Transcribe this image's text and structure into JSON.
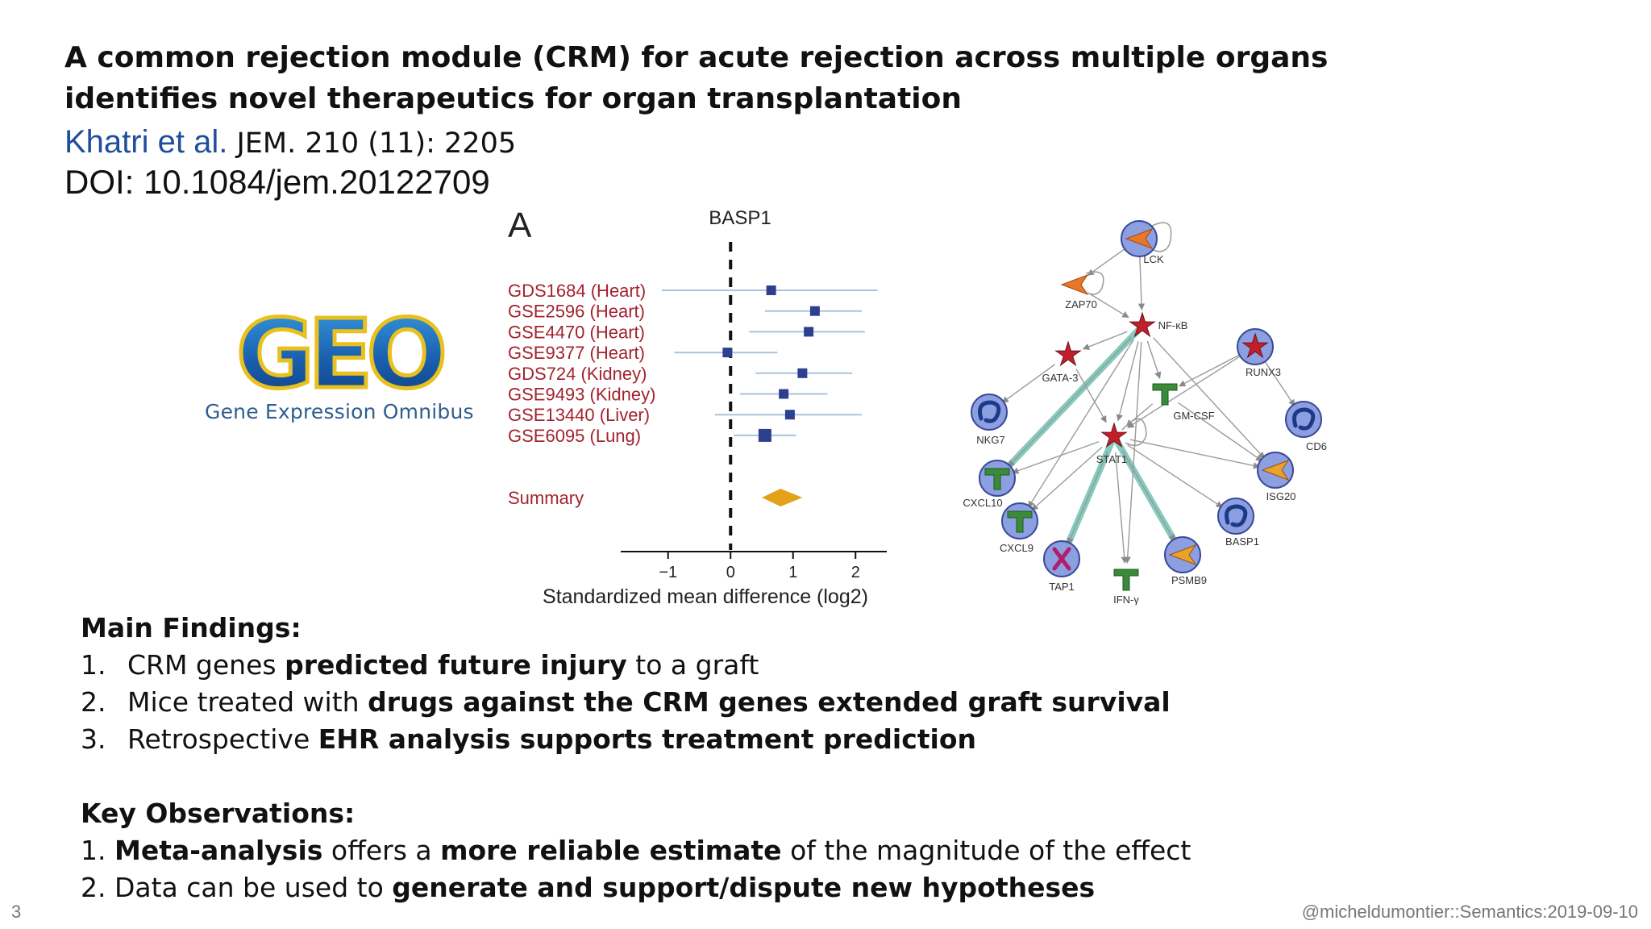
{
  "slide": {
    "title": "A common rejection module (CRM) for acute rejection across multiple organs identifies novel therapeutics for organ transplantation",
    "citation": {
      "authors": "Khatri et al.",
      "journal": " JEM. 210 (11): 2205"
    },
    "doi": "DOI: 10.1084/jem.20122709",
    "page_number": "3",
    "footer": "@micheldumontier::Semantics:2019-09-10"
  },
  "geo": {
    "logo_text": "GEO",
    "subtitle": "Gene Expression Omnibus"
  },
  "chart_data": {
    "type": "forest",
    "panel_label": "A",
    "title": "BASP1",
    "xlabel": "Standardized mean difference (log2)",
    "xlim": [
      -1.5,
      2.5
    ],
    "xticks": [
      "−1",
      "0",
      "1",
      "2"
    ],
    "studies": [
      {
        "label": "GDS1684 (Heart)",
        "estimate": 0.65,
        "ci": [
          -1.1,
          2.35
        ]
      },
      {
        "label": "GSE2596 (Heart)",
        "estimate": 1.35,
        "ci": [
          0.55,
          2.1
        ]
      },
      {
        "label": "GSE4470 (Heart)",
        "estimate": 1.25,
        "ci": [
          0.3,
          2.15
        ]
      },
      {
        "label": "GSE9377 (Heart)",
        "estimate": -0.05,
        "ci": [
          -0.9,
          0.75
        ]
      },
      {
        "label": "GDS724 (Kidney)",
        "estimate": 1.15,
        "ci": [
          0.4,
          1.95
        ]
      },
      {
        "label": "GSE9493 (Kidney)",
        "estimate": 0.85,
        "ci": [
          0.15,
          1.55
        ]
      },
      {
        "label": "GSE13440 (Liver)",
        "estimate": 0.95,
        "ci": [
          -0.25,
          2.1
        ]
      },
      {
        "label": "GSE6095 (Lung)",
        "estimate": 0.55,
        "ci": [
          0.05,
          1.05
        ]
      }
    ],
    "summary": {
      "label": "Summary",
      "estimate": 0.8,
      "ci": [
        0.5,
        1.15
      ]
    },
    "colors": {
      "label": "#a3232e",
      "marker": "#2e3f8f",
      "ci_line": "#a9c3de",
      "summary": "#e3a21a"
    }
  },
  "network": {
    "nodes": [
      {
        "id": "LCK",
        "label": "LCK",
        "shape": "circle-arrow",
        "color": "#e8772a"
      },
      {
        "id": "ZAP70",
        "label": "ZAP70",
        "shape": "arrow",
        "color": "#e8772a"
      },
      {
        "id": "NFKB",
        "label": "NF-κB",
        "shape": "star",
        "color": "#c0202a"
      },
      {
        "id": "GATA3",
        "label": "GATA-3",
        "shape": "star",
        "color": "#c0202a"
      },
      {
        "id": "RUNX3",
        "label": "RUNX3",
        "shape": "circle-star",
        "color": "#c0202a"
      },
      {
        "id": "GMCSF",
        "label": "GM-CSF",
        "shape": "tee",
        "color": "#3a8a3a"
      },
      {
        "id": "NKG7",
        "label": "NKG7",
        "shape": "circle-swirl",
        "color": "#3f5fb0"
      },
      {
        "id": "CD6",
        "label": "CD6",
        "shape": "circle-swirl",
        "color": "#3f5fb0"
      },
      {
        "id": "STAT1",
        "label": "STAT1",
        "shape": "star",
        "color": "#c0202a"
      },
      {
        "id": "CXCL10",
        "label": "CXCL10",
        "shape": "circle-tee",
        "color": "#3a8a3a"
      },
      {
        "id": "ISG20",
        "label": "ISG20",
        "shape": "circle-arrow",
        "color": "#e8a32a"
      },
      {
        "id": "CXCL9",
        "label": "CXCL9",
        "shape": "circle-tee",
        "color": "#3a8a3a"
      },
      {
        "id": "BASP1",
        "label": "BASP1",
        "shape": "circle-swirl",
        "color": "#3f5fb0"
      },
      {
        "id": "TAP1",
        "label": "TAP1",
        "shape": "circle-x",
        "color": "#b0206a"
      },
      {
        "id": "PSMB9",
        "label": "PSMB9",
        "shape": "circle-arrow",
        "color": "#e8a32a"
      },
      {
        "id": "IFNG",
        "label": "IFN-γ",
        "shape": "tee",
        "color": "#3a8a3a"
      }
    ],
    "edges": [
      [
        "LCK",
        "ZAP70"
      ],
      [
        "LCK",
        "NFKB"
      ],
      [
        "ZAP70",
        "NFKB"
      ],
      [
        "NFKB",
        "GATA3"
      ],
      [
        "NFKB",
        "GMCSF"
      ],
      [
        "NFKB",
        "STAT1"
      ],
      [
        "NFKB",
        "CXCL10"
      ],
      [
        "NFKB",
        "ISG20"
      ],
      [
        "NFKB",
        "CXCL9"
      ],
      [
        "GATA3",
        "NKG7"
      ],
      [
        "GATA3",
        "STAT1"
      ],
      [
        "RUNX3",
        "CD6"
      ],
      [
        "RUNX3",
        "GMCSF"
      ],
      [
        "RUNX3",
        "STAT1"
      ],
      [
        "GMCSF",
        "STAT1"
      ],
      [
        "STAT1",
        "CXCL10"
      ],
      [
        "STAT1",
        "CXCL9"
      ],
      [
        "STAT1",
        "ISG20"
      ],
      [
        "STAT1",
        "BASP1"
      ],
      [
        "STAT1",
        "TAP1"
      ],
      [
        "STAT1",
        "PSMB9"
      ],
      [
        "STAT1",
        "IFNG"
      ],
      [
        "GMCSF",
        "ISG20"
      ],
      [
        "NFKB",
        "IFNG"
      ],
      [
        "STAT1",
        "STAT1"
      ]
    ],
    "highlighted_edges": [
      [
        "NFKB",
        "CXCL10"
      ],
      [
        "STAT1",
        "TAP1"
      ],
      [
        "STAT1",
        "PSMB9"
      ]
    ],
    "edge_colors": {
      "normal": "#9a9a9a",
      "highlight": "#6ec2b4"
    }
  },
  "findings": {
    "header": "Main Findings:",
    "items": [
      {
        "num": "1.",
        "pre": "CRM genes ",
        "bold": "predicted future injury",
        "post": " to a graft"
      },
      {
        "num": "2.",
        "pre": "Mice treated with ",
        "bold": "drugs against the CRM genes extended graft survival",
        "post": ""
      },
      {
        "num": "3.",
        "pre": "Retrospective ",
        "bold": "EHR analysis supports treatment prediction",
        "post": ""
      }
    ]
  },
  "observations": {
    "header": "Key Observations:",
    "items": [
      {
        "num": "1. ",
        "b1": "Meta-analysis",
        "mid": " offers a ",
        "b2": "more reliable estimate",
        "post": " of the magnitude of the effect"
      },
      {
        "num": "2. ",
        "pre": "Data can be used to ",
        "b1": "generate and support/dispute new hypotheses"
      }
    ]
  }
}
